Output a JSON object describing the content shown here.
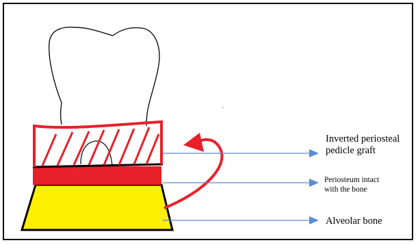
{
  "labels": {
    "graft_line1": "Inverted periosteal",
    "graft_line2": "pedicle graft",
    "periosteum_line1": "Periosteum intact",
    "periosteum_line2": "with the bone",
    "bone": "Alveolar bone"
  },
  "colors": {
    "graft_stroke": "#e8202a",
    "periosteum_fill": "#e8202a",
    "bone_fill": "#ffef00",
    "pointer_arrow": "#5b8bd4",
    "outline": "#000000"
  },
  "icons": {
    "tooth": "tooth-sketch",
    "flap_arrow": "curved-red-arrow"
  }
}
